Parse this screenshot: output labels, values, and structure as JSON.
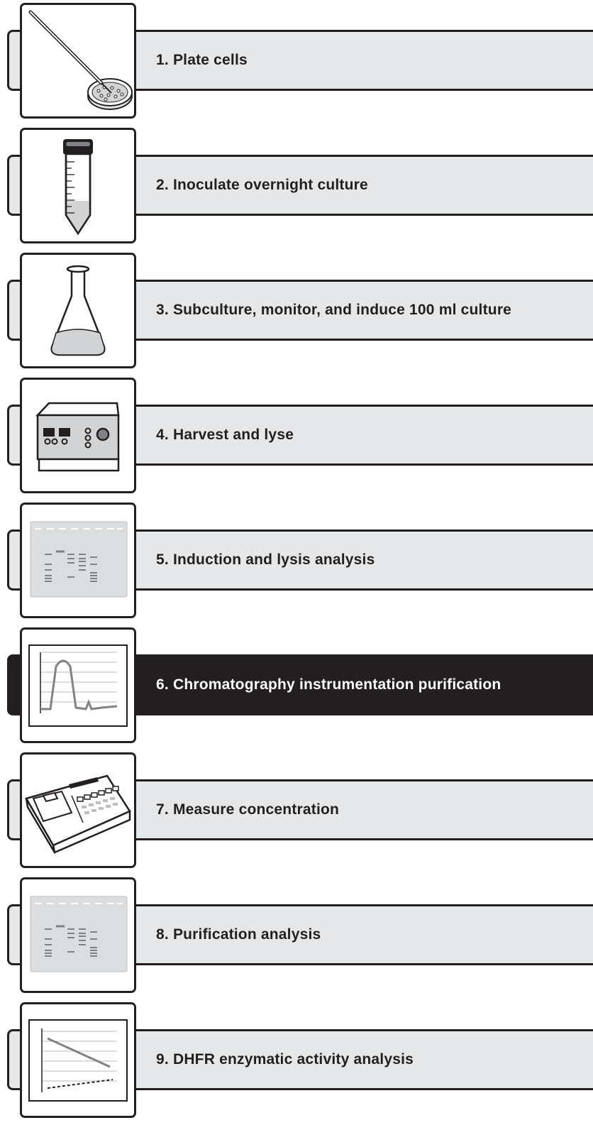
{
  "steps": [
    {
      "label": "1. Plate cells",
      "icon": "petri-dish-pipette-icon"
    },
    {
      "label": "2. Inoculate overnight culture",
      "icon": "culture-tube-icon"
    },
    {
      "label": "3. Subculture, monitor, and induce 100 ml culture",
      "icon": "erlenmeyer-flask-icon"
    },
    {
      "label": "4. Harvest and lyse",
      "icon": "sonicator-instrument-icon"
    },
    {
      "label": "5. Induction and lysis analysis",
      "icon": "gel-electrophoresis-icon"
    },
    {
      "label": "6. Chromatography instrumentation purification",
      "icon": "chromatogram-icon"
    },
    {
      "label": "7. Measure concentration",
      "icon": "spectrophotometer-icon"
    },
    {
      "label": "8. Purification analysis",
      "icon": "gel-electrophoresis-icon"
    },
    {
      "label": "9. DHFR enzymatic activity analysis",
      "icon": "activity-plot-icon"
    }
  ],
  "active_step": 6,
  "colors": {
    "bar": "#e6e7e8",
    "active_bar": "#231f20",
    "outline": "#231f20"
  }
}
